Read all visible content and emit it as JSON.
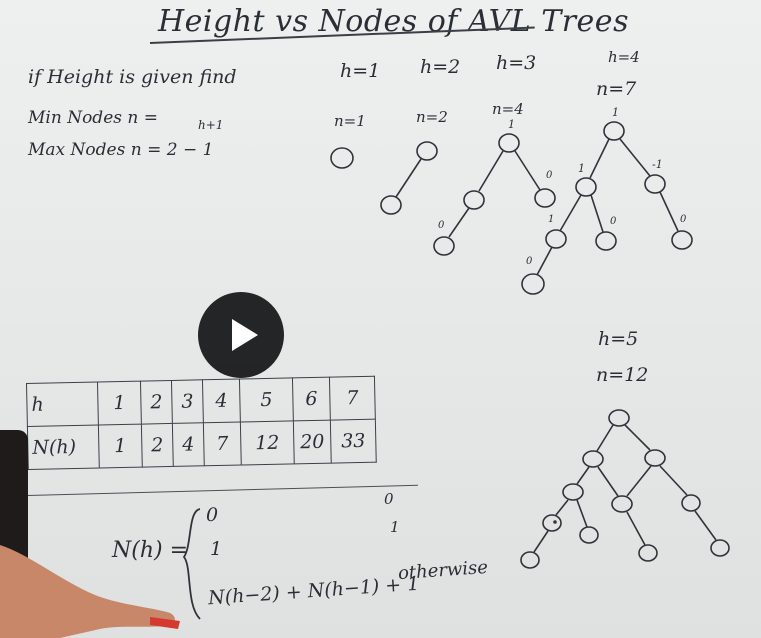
{
  "video": {
    "title": "Height vs Nodes of AVL Trees",
    "play_icon": "play-icon"
  },
  "board": {
    "question": "if Height is given find",
    "min_label": "Min Nodes n =",
    "max_label": "Max Nodes n = 2",
    "max_exp": "h+1",
    "max_tail": "− 1",
    "trees": [
      {
        "h": "h=1",
        "n": "n=1"
      },
      {
        "h": "h=2",
        "n": "n=2"
      },
      {
        "h": "h=3",
        "n": "n=4"
      },
      {
        "h": "h=4",
        "n": "n=7"
      },
      {
        "h": "h=5",
        "n": "n=12"
      }
    ],
    "balance_labels": [
      "1",
      "1",
      "-1",
      "1",
      "0",
      "1",
      "0",
      "0",
      "0",
      "0"
    ],
    "table": {
      "h_header": "h",
      "n_header": "N(h)",
      "h_values": [
        "1",
        "2",
        "3",
        "4",
        "5",
        "6",
        "7"
      ],
      "n_values": [
        "1",
        "2",
        "4",
        "7",
        "12",
        "20",
        "33"
      ]
    },
    "recurrence": {
      "lhs": "N(h) =",
      "case0": "0",
      "case1": "1",
      "case_other": "N(h−2) + N(h−1) + 1",
      "otherwise": "otherwise",
      "side0": "0",
      "side1": "1"
    }
  },
  "colors": {
    "ink": "#2a2f36",
    "board": "#e9ebeb",
    "play_bg": "#141416",
    "marker_cap": "#d43a2f"
  }
}
